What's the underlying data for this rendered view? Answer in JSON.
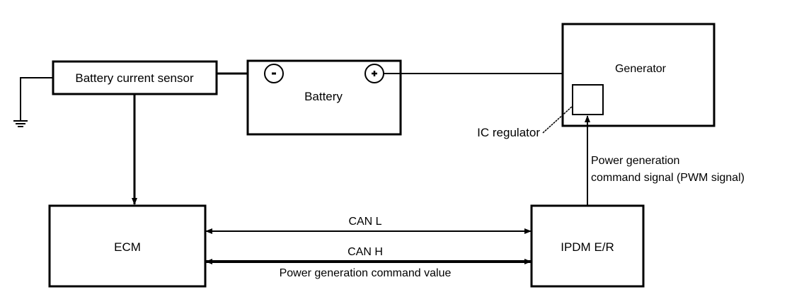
{
  "diagram": {
    "components": {
      "battery_current_sensor": "Battery current sensor",
      "battery": "Battery",
      "battery_negative": "-",
      "battery_positive": "+",
      "generator": "Generator",
      "ic_regulator": "IC regulator",
      "ecm": "ECM",
      "ipdm": "IPDM E/R"
    },
    "signals": {
      "can_l": "CAN L",
      "can_h": "CAN H",
      "power_gen_command_value": "Power generation command value",
      "pwm_line1": "Power generation",
      "pwm_line2": "command signal (PWM signal)"
    },
    "icons": {
      "ground": "ground-symbol",
      "negative_terminal": "minus-terminal",
      "positive_terminal": "plus-terminal"
    }
  }
}
